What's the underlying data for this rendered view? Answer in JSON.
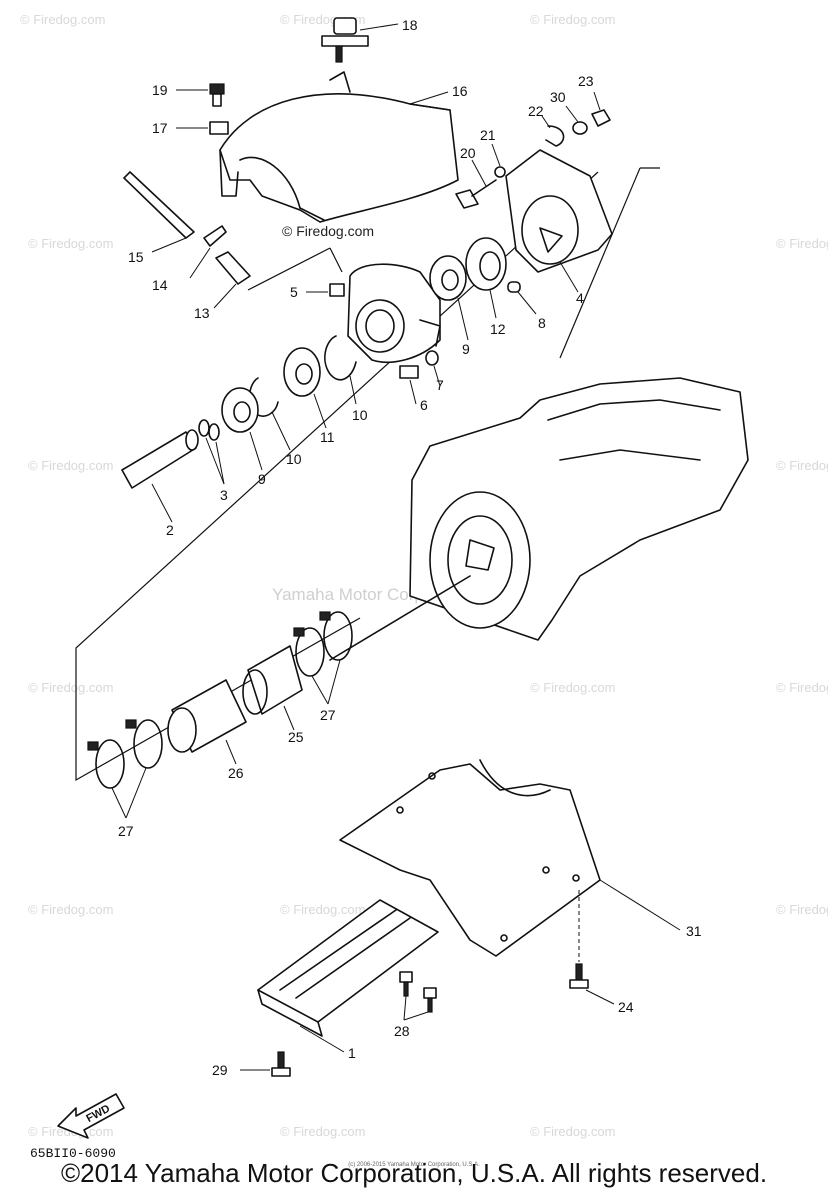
{
  "watermarks": {
    "firedog": "© Firedog.com",
    "center": "Yamaha Motor Corp. U.S.A.",
    "tiny": "(c) 2006-2015 Yamaha Motor Corporation, U.S.A."
  },
  "callouts": {
    "p1": "1",
    "p2": "2",
    "p3": "3",
    "p4": "4",
    "p5": "5",
    "p6": "6",
    "p7": "7",
    "p8": "8",
    "p9a": "9",
    "p9b": "9",
    "p10a": "10",
    "p10b": "10",
    "p11": "11",
    "p12": "12",
    "p13": "13",
    "p14": "14",
    "p15": "15",
    "p16": "16",
    "p17": "17",
    "p18": "18",
    "p19": "19",
    "p20": "20",
    "p21": "21",
    "p22": "22",
    "p23": "23",
    "p24": "24",
    "p25": "25",
    "p26": "26",
    "p27a": "27",
    "p27b": "27",
    "p28": "28",
    "p29": "29",
    "p30": "30",
    "p31": "31"
  },
  "fwd_label": "FWD",
  "doc_code": "65BII0-6090",
  "footer": "©2014 Yamaha Motor Corporation, U.S.A. All rights reserved."
}
